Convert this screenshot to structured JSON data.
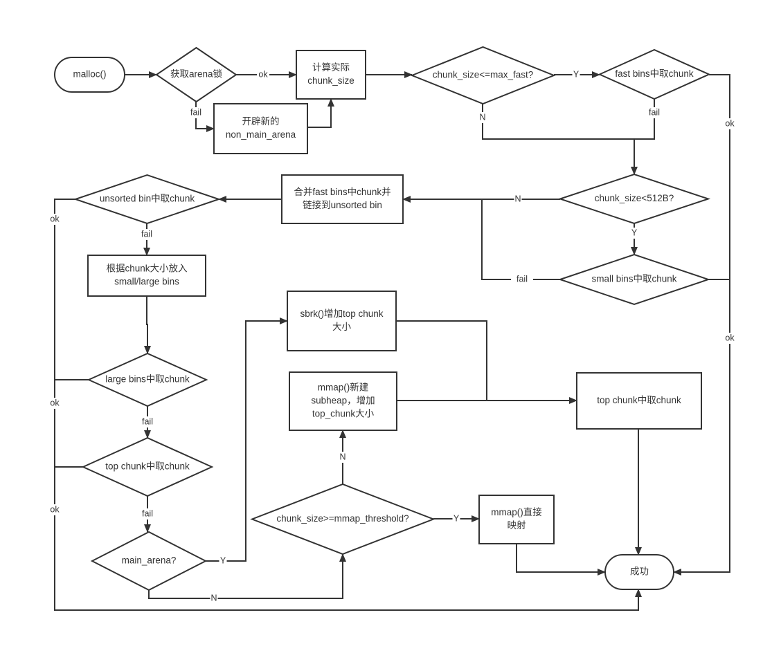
{
  "diagram": {
    "type": "flowchart",
    "colors": {
      "stroke": "#333333",
      "fill": "#ffffff",
      "text": "#333333"
    },
    "nodes": {
      "malloc": {
        "shape": "terminal",
        "lines": [
          "malloc()"
        ]
      },
      "lock": {
        "shape": "decision",
        "lines": [
          "获取arena锁"
        ]
      },
      "new_arena": {
        "shape": "process",
        "lines": [
          "开辟新的",
          "non_main_arena"
        ]
      },
      "calc": {
        "shape": "process",
        "lines": [
          "计算实际",
          "chunk_size"
        ]
      },
      "is_fast": {
        "shape": "decision",
        "lines": [
          "chunk_size<=max_fast?"
        ]
      },
      "fast_bins": {
        "shape": "decision",
        "lines": [
          "fast bins中取chunk"
        ]
      },
      "is_small": {
        "shape": "decision",
        "lines": [
          "chunk_size<512B?"
        ]
      },
      "small_bins": {
        "shape": "decision",
        "lines": [
          "small bins中取chunk"
        ]
      },
      "merge_fast": {
        "shape": "process",
        "lines": [
          "合并fast bins中chunk并",
          "链接到unsorted bin"
        ]
      },
      "unsorted": {
        "shape": "decision",
        "lines": [
          "unsorted bin中取chunk"
        ]
      },
      "place_bins": {
        "shape": "process",
        "lines": [
          "根据chunk大小放入",
          "small/large bins"
        ]
      },
      "large_bins": {
        "shape": "decision",
        "lines": [
          "large bins中取chunk"
        ]
      },
      "top_chunk_dec": {
        "shape": "decision",
        "lines": [
          "top chunk中取chunk"
        ]
      },
      "main_arena": {
        "shape": "decision",
        "lines": [
          "main_arena?"
        ]
      },
      "sbrk": {
        "shape": "process",
        "lines": [
          "sbrk()增加top chunk",
          "大小"
        ]
      },
      "mmap_subheap": {
        "shape": "process",
        "lines": [
          "mmap()新建",
          "subheap，增加",
          "top_chunk大小"
        ]
      },
      "mmap_threshold": {
        "shape": "decision",
        "lines": [
          "chunk_size>=mmap_threshold?"
        ]
      },
      "mmap_direct": {
        "shape": "process",
        "lines": [
          "mmap()直接",
          "映射"
        ]
      },
      "top_chunk_proc": {
        "shape": "process",
        "lines": [
          "top chunk中取chunk"
        ]
      },
      "success": {
        "shape": "terminal",
        "lines": [
          "成功"
        ]
      }
    },
    "edges": [
      {
        "from": "malloc",
        "to": "lock",
        "label": ""
      },
      {
        "from": "lock",
        "to": "calc",
        "label": "ok"
      },
      {
        "from": "lock",
        "to": "new_arena",
        "label": "fail"
      },
      {
        "from": "new_arena",
        "to": "calc",
        "label": ""
      },
      {
        "from": "calc",
        "to": "is_fast",
        "label": ""
      },
      {
        "from": "is_fast",
        "to": "fast_bins",
        "label": "Y"
      },
      {
        "from": "is_fast",
        "to": "is_small",
        "label": "N"
      },
      {
        "from": "fast_bins",
        "to": "is_small",
        "label": "fail"
      },
      {
        "from": "fast_bins",
        "to": "success",
        "label": "ok"
      },
      {
        "from": "is_small",
        "to": "merge_fast",
        "label": "N"
      },
      {
        "from": "is_small",
        "to": "small_bins",
        "label": "Y"
      },
      {
        "from": "small_bins",
        "to": "merge_fast",
        "label": "fail"
      },
      {
        "from": "small_bins",
        "to": "success",
        "label": "ok"
      },
      {
        "from": "merge_fast",
        "to": "unsorted",
        "label": ""
      },
      {
        "from": "unsorted",
        "to": "place_bins",
        "label": "fail"
      },
      {
        "from": "unsorted",
        "to": "success",
        "label": "ok"
      },
      {
        "from": "place_bins",
        "to": "large_bins",
        "label": ""
      },
      {
        "from": "large_bins",
        "to": "top_chunk_dec",
        "label": "fail"
      },
      {
        "from": "large_bins",
        "to": "success",
        "label": "ok"
      },
      {
        "from": "top_chunk_dec",
        "to": "main_arena",
        "label": "fail"
      },
      {
        "from": "top_chunk_dec",
        "to": "success",
        "label": "ok"
      },
      {
        "from": "main_arena",
        "to": "sbrk",
        "label": "Y"
      },
      {
        "from": "main_arena",
        "to": "mmap_threshold",
        "label": "N"
      },
      {
        "from": "mmap_threshold",
        "to": "mmap_subheap",
        "label": "N"
      },
      {
        "from": "mmap_threshold",
        "to": "mmap_direct",
        "label": "Y"
      },
      {
        "from": "sbrk",
        "to": "top_chunk_proc",
        "label": ""
      },
      {
        "from": "mmap_subheap",
        "to": "top_chunk_proc",
        "label": ""
      },
      {
        "from": "top_chunk_proc",
        "to": "success",
        "label": ""
      },
      {
        "from": "mmap_direct",
        "to": "success",
        "label": ""
      }
    ]
  }
}
